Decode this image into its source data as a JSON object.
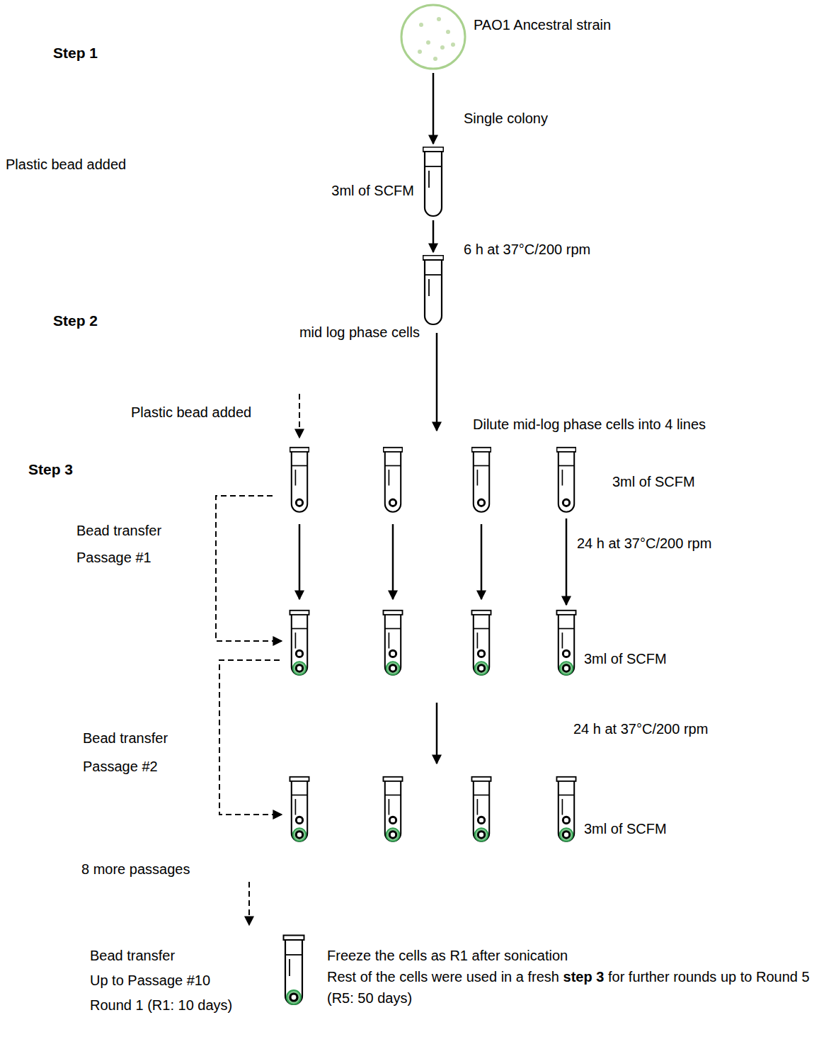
{
  "diagram": {
    "nodes": [
      {
        "text": [
          "PAO1 Ancestral strain"
        ]
      },
      {
        "text": [
          "3ml of SCFM"
        ]
      },
      {
        "text": [
          "mid log phase cells"
        ]
      },
      {
        "text": [
          "3ml of SCFM"
        ]
      },
      {
        "text": [
          "3ml of SCFM"
        ]
      },
      {
        "text": [
          "3ml of SCFM"
        ]
      },
      {
        "text": [
          "Freeze the cells as R1 after sonication",
          "Rest of the cells were used in a fresh",
          "step 3",
          "for further rounds up to Round 5 (R5: 50 days)"
        ]
      }
    ],
    "edges": [
      {
        "from": 0,
        "to": 1,
        "arrow": "to",
        "label": "Single colony"
      },
      {
        "from": 1,
        "to": 2,
        "arrow": "to",
        "label": "6 h at 37°C/200 rpm"
      },
      {
        "from": 3,
        "to": 4,
        "arrow": "to",
        "label": "24 h at 37°C/200 rpm"
      }
    ],
    "labels": [
      "Step 1",
      "Plastic bead added",
      "Step 2",
      "Dilute mid-log phase cells into 4 lines",
      "Plastic bead added",
      "Step 3",
      "Bead transfer",
      "Passage #1",
      "Bead transfer",
      "Passage #2",
      "24 h at 37°C/200 rpm",
      "8 more passages",
      "Bead transfer",
      "Up to Passage #10",
      "Round 1 (R1: 10 days)"
    ]
  }
}
